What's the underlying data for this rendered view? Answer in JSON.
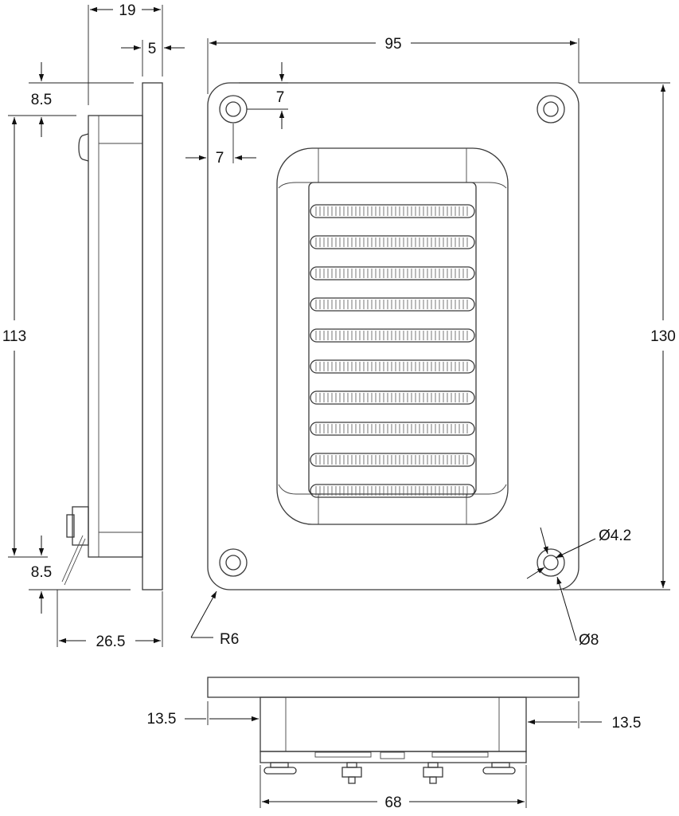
{
  "labels": {
    "top_width": "19",
    "flange_thickness": "5",
    "top_offset": "8.5",
    "side_height": "113",
    "bottom_offset": "8.5",
    "side_depth": "26.5",
    "front_width": "95",
    "hole_offset_y": "7",
    "hole_offset_x": "7",
    "front_height": "130",
    "hole_diameter": "Ø4.2",
    "counterbore_diameter": "Ø8",
    "corner_radius": "R6",
    "left_margin": "13.5",
    "right_margin": "13.5",
    "body_width": "68"
  },
  "colors": {
    "outline": "#3a3a3a",
    "dimension": "#111111",
    "background": "#ffffff"
  }
}
